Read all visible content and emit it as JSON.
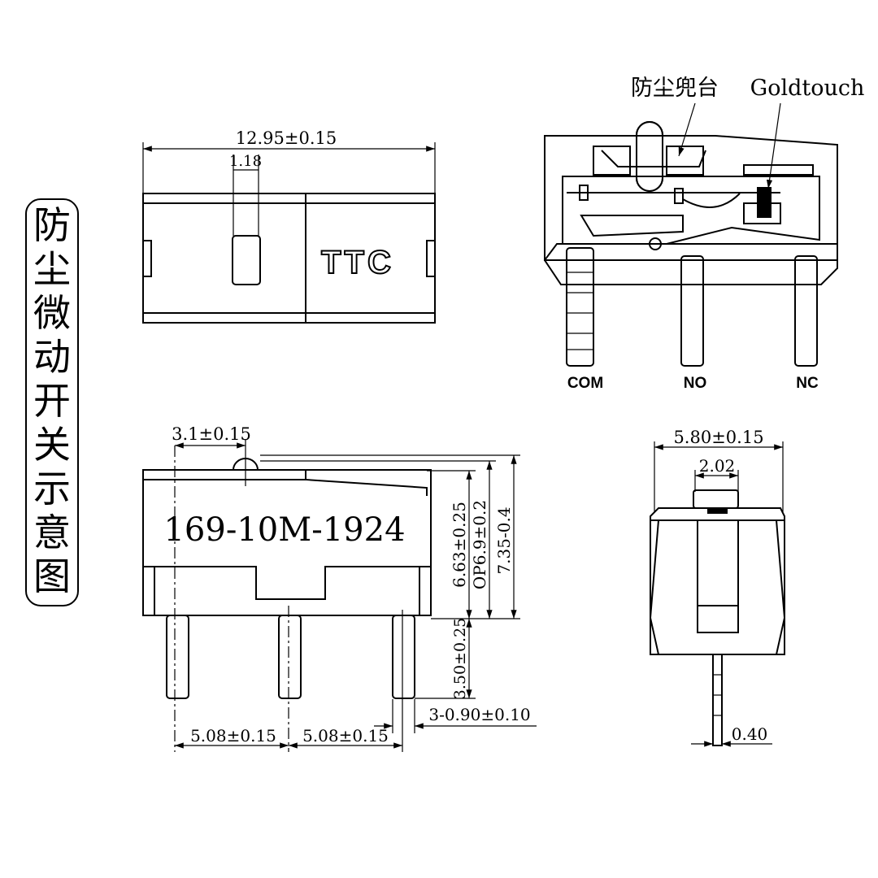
{
  "title": "防尘微动开关示意图",
  "title_chars": [
    "防",
    "尘",
    "微",
    "动",
    "开",
    "关",
    "示",
    "意",
    "图"
  ],
  "top_view": {
    "width_dim": "12.95±0.15",
    "plunger_dim": "1.18",
    "logo": "TTC"
  },
  "section_view": {
    "callout_dust_cover": "防尘兜台",
    "callout_contact": "Goldtouch",
    "pin_labels": [
      "COM",
      "NO",
      "NC"
    ]
  },
  "side_view": {
    "part_number": "169-10M-1924",
    "plunger_offset_dim": "3.1±0.15",
    "height_dim": "6.63±0.25",
    "op_dim": "OP6.9±0.2",
    "total_height_dim": "7.35-0.4",
    "pin_length_dim": "3.50±0.25",
    "pin_width_dim": "3-0.90±0.10",
    "pitch_dim_1": "5.08±0.15",
    "pitch_dim_2": "5.08±0.15"
  },
  "end_view": {
    "width_dim": "5.80±0.15",
    "plunger_width_dim": "2.02",
    "pin_thickness_dim": "0.40"
  }
}
